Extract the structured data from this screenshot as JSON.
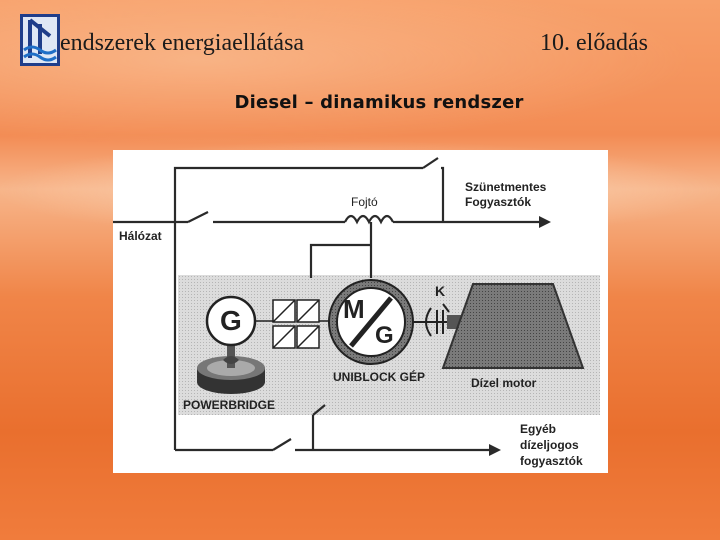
{
  "header": {
    "left_title": "endszerek energiaellátása",
    "right_title": "10. előadás"
  },
  "slide": {
    "subtitle": "Diesel – dinamikus rendszer"
  },
  "diagram": {
    "labels": {
      "halozat": "Hálózat",
      "fojto": "Fojtó",
      "szunetmentes_1": "Szünetmentes",
      "szunetmentes_2": "Fogyasztók",
      "generator_g": "G",
      "motor_m": "M",
      "motor_g": "G",
      "k": "K",
      "uniblock": "UNIBLOCK GÉP",
      "dizel_motor": "Dízel motor",
      "powerbridge": "POWERBRIDGE",
      "egyeb_1": "Egyéb",
      "egyeb_2": "dízeljogos",
      "egyeb_3": "fogyasztók"
    }
  }
}
